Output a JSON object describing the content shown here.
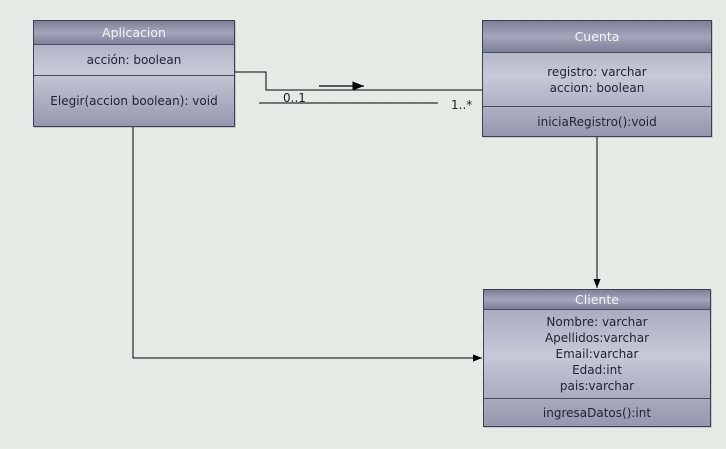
{
  "classes": {
    "aplicacion": {
      "name": "Aplicacion",
      "attributes": [
        "acción: boolean"
      ],
      "operations": [
        "Elegir(accion boolean): void"
      ]
    },
    "cuenta": {
      "name": "Cuenta",
      "attributes": [
        "registro: varchar",
        "accion: boolean"
      ],
      "operations": [
        "iniciaRegistro():void"
      ]
    },
    "cliente": {
      "name": "Cliente",
      "attributes": [
        "Nombre: varchar",
        "Apellidos:varchar",
        "Email:varchar",
        "Edad:int",
        "pais:varchar"
      ],
      "operations": [
        "ingresaDatos():int"
      ]
    }
  },
  "association": {
    "mult_source": "0..1",
    "mult_target": "1..*"
  },
  "colors": {
    "line": "#000000",
    "class_border": "#3c3f55",
    "title_text": "#f4f5fa"
  }
}
